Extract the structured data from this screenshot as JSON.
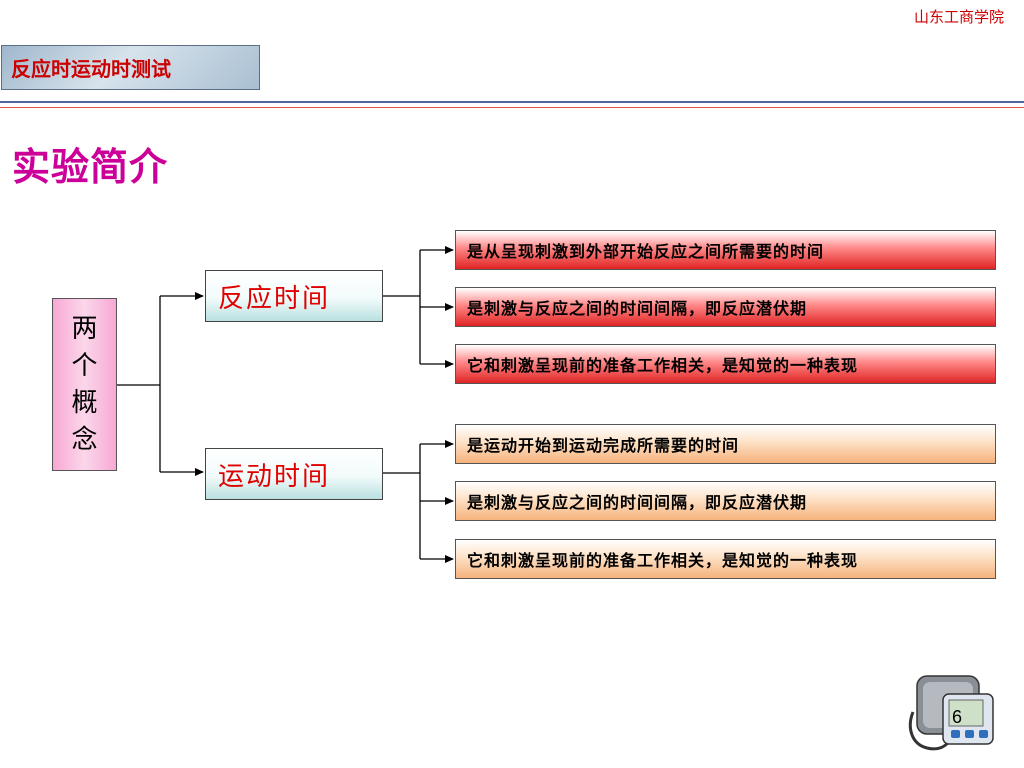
{
  "header": {
    "school": "山东工商学院",
    "title": "反应时运动时测试"
  },
  "section_heading": "实验简介",
  "concept": {
    "chars": [
      "两",
      "个",
      "概",
      "念"
    ]
  },
  "terms": [
    {
      "label": "反应时间",
      "definitions": [
        "是从呈现刺激到外部开始反应之间所需要的时间",
        "是刺激与反应之间的时间间隔，即反应潜伏期",
        "它和刺激呈现前的准备工作相关，是知觉的一种表现"
      ]
    },
    {
      "label": "运动时间",
      "definitions": [
        "是运动开始到运动完成所需要的时间",
        "是刺激与反应之间的时间间隔，即反应潜伏期",
        "它和刺激呈现前的准备工作相关，是知觉的一种表现"
      ]
    }
  ],
  "footer": {
    "page_number": "6"
  },
  "colors": {
    "accent_red": "#cc0000",
    "heading_magenta": "#cc0099",
    "term_red": "#e00000"
  }
}
